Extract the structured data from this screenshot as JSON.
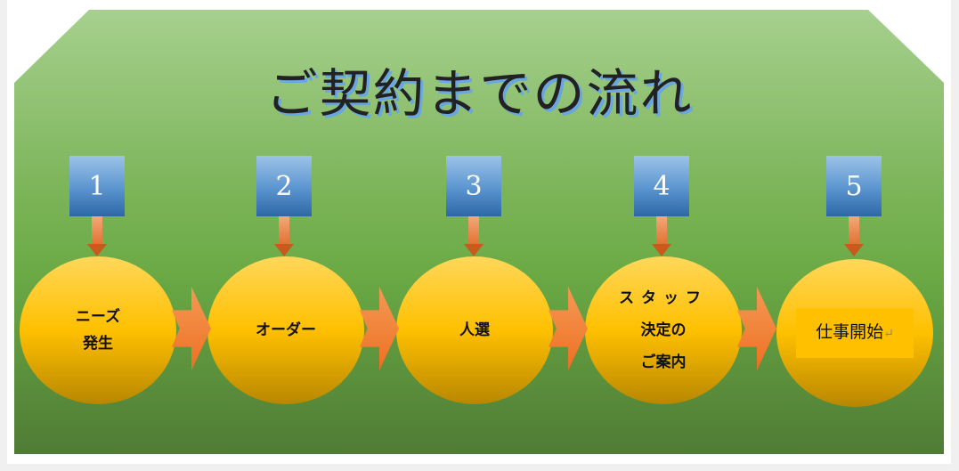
{
  "title": "ご契約までの流れ",
  "steps": [
    {
      "number": "1",
      "line1": "ニーズ",
      "line2": "発生"
    },
    {
      "number": "2",
      "line1": "オーダー"
    },
    {
      "number": "3",
      "line1": "人選"
    },
    {
      "number": "4",
      "line1": "スタッフ",
      "line2": "決定の",
      "line3": "ご案内"
    },
    {
      "number": "5",
      "line1": "仕事開始",
      "mark": "↵"
    }
  ]
}
